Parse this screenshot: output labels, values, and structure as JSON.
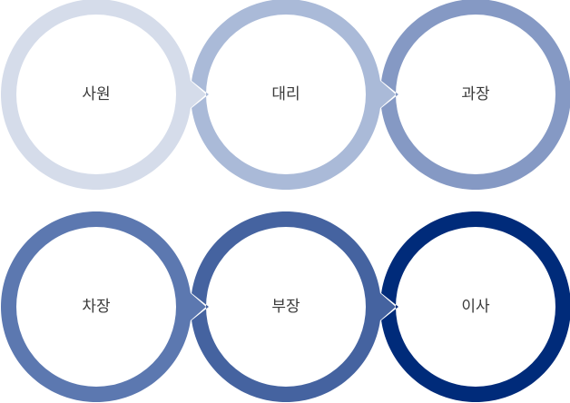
{
  "diagram": {
    "type": "process-flow",
    "rows": [
      {
        "steps": [
          {
            "label": "사원",
            "color": "#D5DCEA"
          },
          {
            "label": "대리",
            "color": "#AABAD8"
          },
          {
            "label": "과장",
            "color": "#8599C4"
          }
        ]
      },
      {
        "steps": [
          {
            "label": "차장",
            "color": "#5C78B0"
          },
          {
            "label": "부장",
            "color": "#4563A0"
          },
          {
            "label": "이사",
            "color": "#002B7A"
          }
        ]
      }
    ]
  }
}
